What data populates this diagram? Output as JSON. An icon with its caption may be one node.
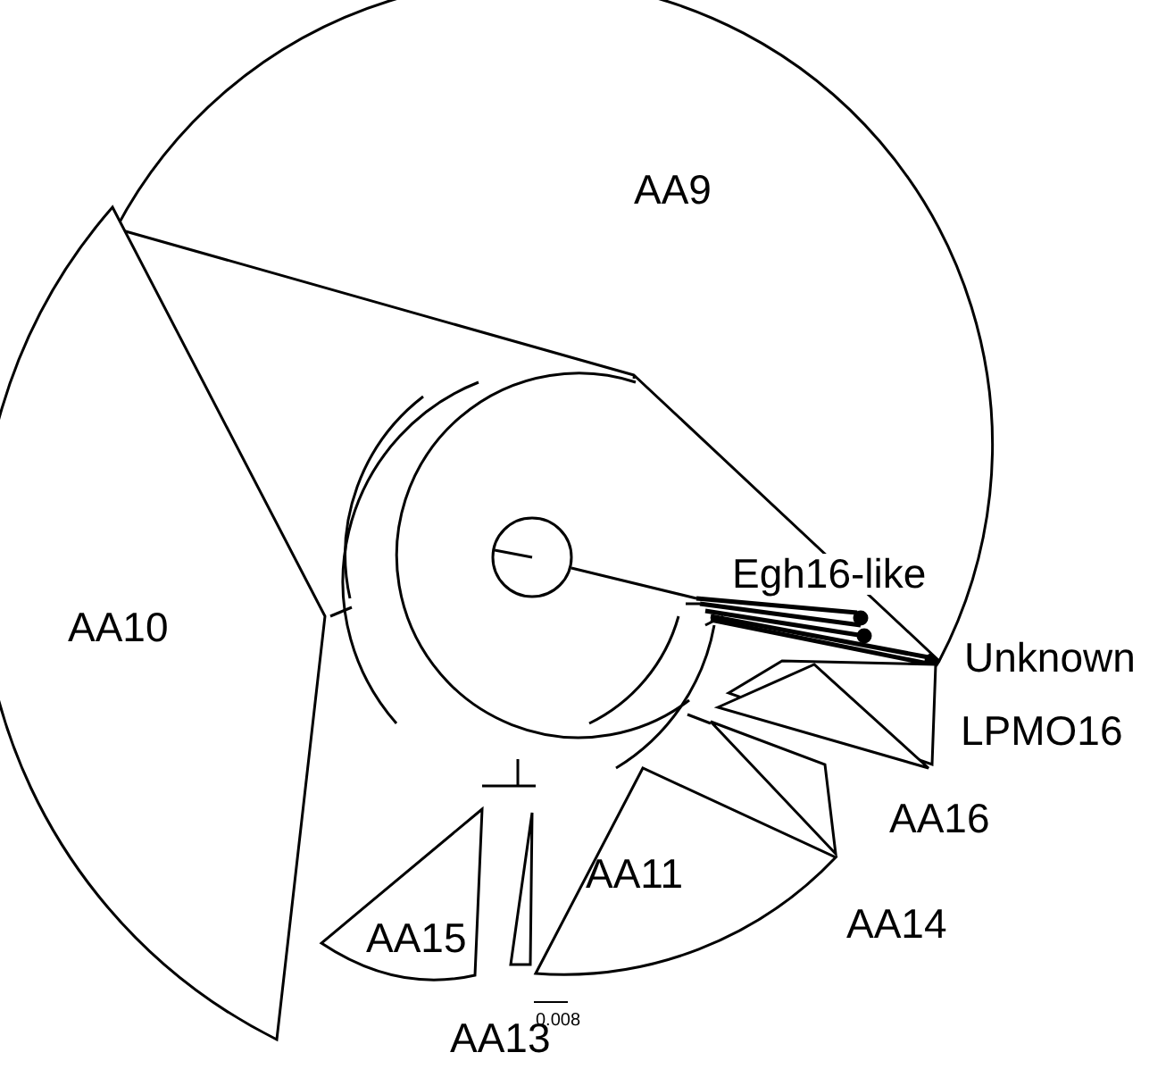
{
  "diagram": {
    "nodes": [
      {
        "text": [
          "AA9"
        ]
      },
      {
        "text": [
          "AA10"
        ]
      },
      {
        "text": [],
        "shape": "triangle",
        "beside": [
          "LPMO16"
        ]
      },
      {
        "text": [],
        "shape": "triangle",
        "beside": [
          "AA16"
        ]
      },
      {
        "text": [],
        "shape": "triangle"
      },
      {
        "text": [
          "AA11"
        ]
      },
      {
        "text": [
          "AA15"
        ]
      },
      {
        "text": [],
        "shape": "triangle",
        "beside": [
          "AA13"
        ]
      }
    ],
    "labels": [
      "Egh16-like",
      "Unknown",
      "AA14",
      "0.008"
    ]
  }
}
